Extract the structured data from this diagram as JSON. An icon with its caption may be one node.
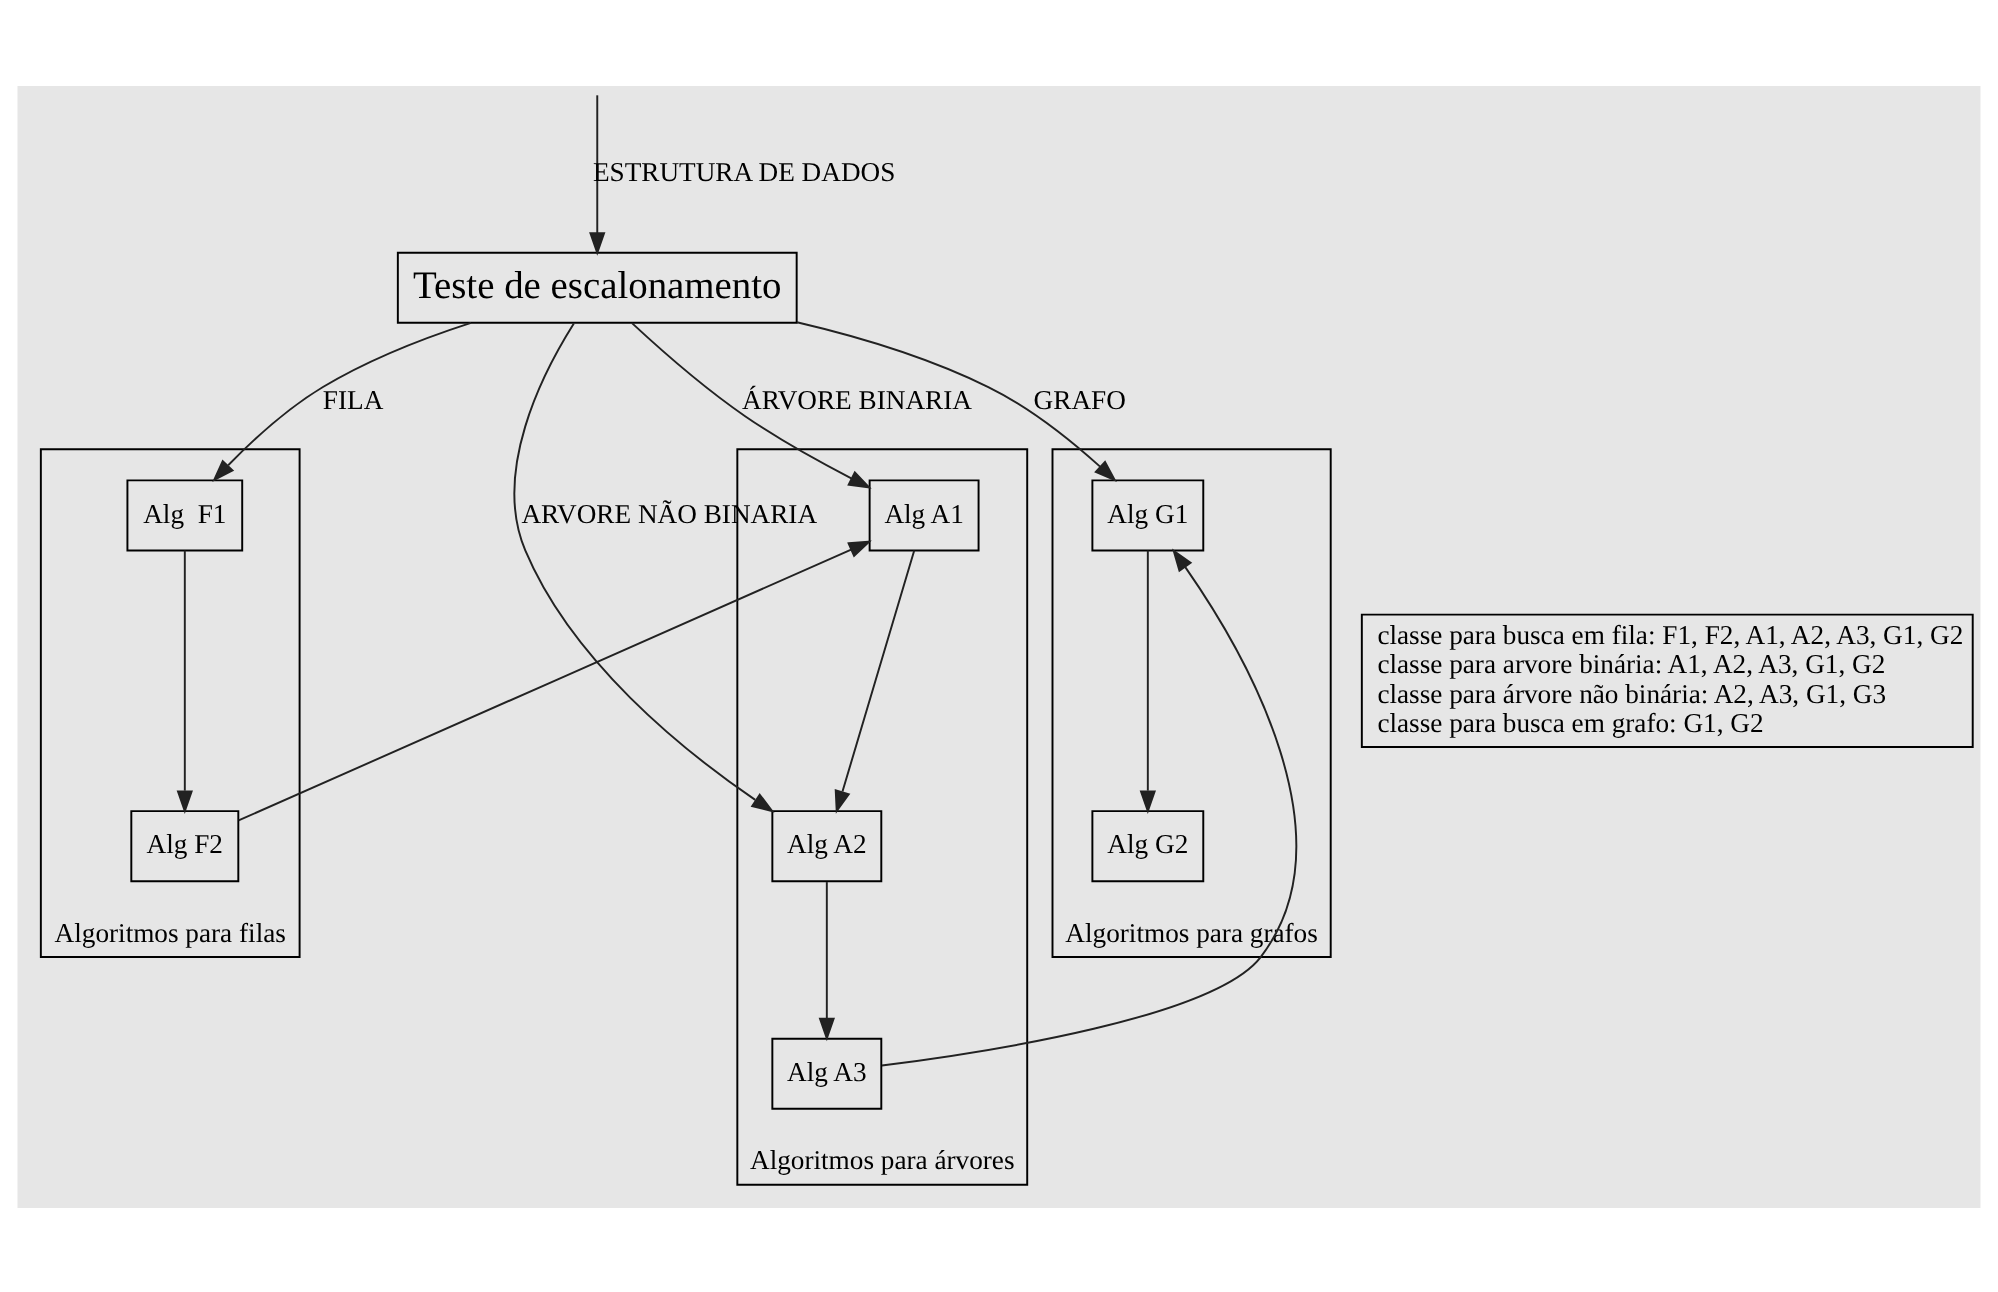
{
  "diagram": {
    "nodes": [
      {
        "text": [
          "Teste de escalonamento"
        ]
      },
      {
        "text": [
          "Algoritmos para filas"
        ]
      },
      {
        "text": [
          "Alg  F1"
        ],
        "in": 1
      },
      {
        "text": [
          "Alg F2"
        ],
        "in": 1
      },
      {
        "text": [
          "Algoritmos para árvores"
        ]
      },
      {
        "text": [
          "Alg A1"
        ],
        "in": 4
      },
      {
        "text": [
          "Alg A2"
        ],
        "in": 4
      },
      {
        "text": [
          "Alg A3"
        ],
        "in": 4
      },
      {
        "text": [
          "Algoritmos para grafos"
        ]
      },
      {
        "text": [
          "Alg G1"
        ],
        "in": 8
      },
      {
        "text": [
          "Alg G2"
        ],
        "in": 8
      },
      {
        "text": [
          "classe para busca em fila: F1, F2, A1, A2, A3, G1, G2",
          "classe para arvore binária: A1, A2, A3, G1, G2",
          "classe para árvore não binária: A2, A3, G1, G3",
          "classe para busca em grafo: G1, G2"
        ]
      }
    ],
    "edges": [
      {
        "from": null,
        "to": 0,
        "arrow": "to",
        "label": "ESTRUTURA DE DADOS"
      },
      {
        "from": 0,
        "to": 2,
        "arrow": "to",
        "label": "FILA"
      },
      {
        "from": 0,
        "to": 5,
        "arrow": "to",
        "label": "ÁRVORE BINARIA"
      },
      {
        "from": 0,
        "to": 6,
        "arrow": "to",
        "label": "ARVORE NÃO BINARIA"
      },
      {
        "from": 0,
        "to": 9,
        "arrow": "to",
        "label": "GRAFO"
      },
      {
        "from": 2,
        "to": 3,
        "arrow": "to"
      },
      {
        "from": 3,
        "to": 5,
        "arrow": "to"
      },
      {
        "from": 5,
        "to": 6,
        "arrow": "to"
      },
      {
        "from": 6,
        "to": 7,
        "arrow": "to"
      },
      {
        "from": 7,
        "to": 9,
        "arrow": "to"
      },
      {
        "from": 9,
        "to": 10,
        "arrow": "to"
      }
    ]
  }
}
